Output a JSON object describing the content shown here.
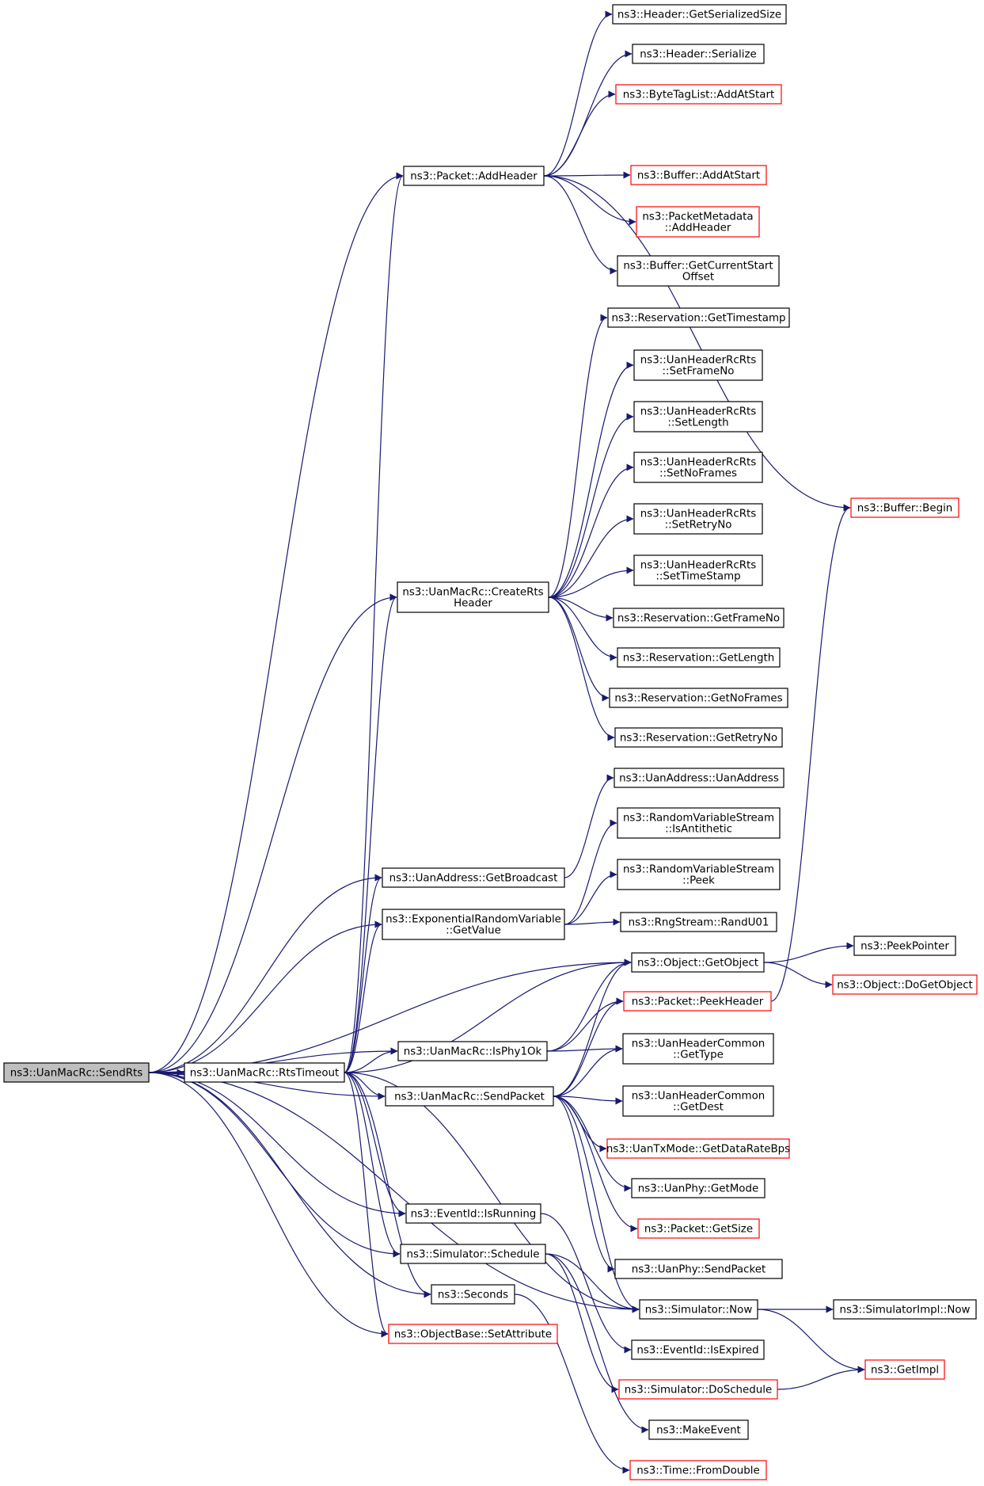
{
  "colors": {
    "edge": "#191970",
    "border_default": "#000000",
    "border_incomplete": "#ff0000",
    "root_fill": "#bfbfbf"
  },
  "nodes": [
    {
      "id": "sendrts",
      "lines": [
        "ns3::UanMacRc::SendRts"
      ],
      "style": "root"
    },
    {
      "id": "rtstimeout",
      "lines": [
        "ns3::UanMacRc::RtsTimeout"
      ],
      "style": "normal"
    },
    {
      "id": "addheader",
      "lines": [
        "ns3::Packet::AddHeader"
      ],
      "style": "normal"
    },
    {
      "id": "createrts",
      "lines": [
        "ns3::UanMacRc::CreateRts",
        "Header"
      ],
      "style": "normal"
    },
    {
      "id": "getbroadcast",
      "lines": [
        "ns3::UanAddress::GetBroadcast"
      ],
      "style": "normal"
    },
    {
      "id": "expgetvalue",
      "lines": [
        "ns3::ExponentialRandomVariable",
        "::GetValue"
      ],
      "style": "normal"
    },
    {
      "id": "isphy1ok",
      "lines": [
        "ns3::UanMacRc::IsPhy1Ok"
      ],
      "style": "normal"
    },
    {
      "id": "macsendpacket",
      "lines": [
        "ns3::UanMacRc::SendPacket"
      ],
      "style": "normal"
    },
    {
      "id": "isrunning",
      "lines": [
        "ns3::EventId::IsRunning"
      ],
      "style": "normal"
    },
    {
      "id": "schedule",
      "lines": [
        "ns3::Simulator::Schedule"
      ],
      "style": "normal"
    },
    {
      "id": "seconds",
      "lines": [
        "ns3::Seconds"
      ],
      "style": "normal"
    },
    {
      "id": "setattribute",
      "lines": [
        "ns3::ObjectBase::SetAttribute"
      ],
      "style": "red"
    },
    {
      "id": "getserializedsize",
      "lines": [
        "ns3::Header::GetSerializedSize"
      ],
      "style": "normal"
    },
    {
      "id": "serialize",
      "lines": [
        "ns3::Header::Serialize"
      ],
      "style": "normal"
    },
    {
      "id": "bytetagaddatstart",
      "lines": [
        "ns3::ByteTagList::AddAtStart"
      ],
      "style": "red"
    },
    {
      "id": "bufferaddatstart",
      "lines": [
        "ns3::Buffer::AddAtStart"
      ],
      "style": "red"
    },
    {
      "id": "metadataaddheader",
      "lines": [
        "ns3::PacketMetadata",
        "::AddHeader"
      ],
      "style": "red"
    },
    {
      "id": "getcurrentstart",
      "lines": [
        "ns3::Buffer::GetCurrentStart",
        "Offset"
      ],
      "style": "normal"
    },
    {
      "id": "getbegin",
      "lines": [
        "ns3::Buffer::Begin"
      ],
      "style": "red"
    },
    {
      "id": "gettimestamp",
      "lines": [
        "ns3::Reservation::GetTimestamp"
      ],
      "style": "normal"
    },
    {
      "id": "setframeno",
      "lines": [
        "ns3::UanHeaderRcRts",
        "::SetFrameNo"
      ],
      "style": "normal"
    },
    {
      "id": "setlength",
      "lines": [
        "ns3::UanHeaderRcRts",
        "::SetLength"
      ],
      "style": "normal"
    },
    {
      "id": "setnoframes",
      "lines": [
        "ns3::UanHeaderRcRts",
        "::SetNoFrames"
      ],
      "style": "normal"
    },
    {
      "id": "setretryno",
      "lines": [
        "ns3::UanHeaderRcRts",
        "::SetRetryNo"
      ],
      "style": "normal"
    },
    {
      "id": "settimestamp",
      "lines": [
        "ns3::UanHeaderRcRts",
        "::SetTimeStamp"
      ],
      "style": "normal"
    },
    {
      "id": "getframeno",
      "lines": [
        "ns3::Reservation::GetFrameNo"
      ],
      "style": "normal"
    },
    {
      "id": "getlength",
      "lines": [
        "ns3::Reservation::GetLength"
      ],
      "style": "normal"
    },
    {
      "id": "getnoframes",
      "lines": [
        "ns3::Reservation::GetNoFrames"
      ],
      "style": "normal"
    },
    {
      "id": "getretryno",
      "lines": [
        "ns3::Reservation::GetRetryNo"
      ],
      "style": "normal"
    },
    {
      "id": "uanaddress",
      "lines": [
        "ns3::UanAddress::UanAddress"
      ],
      "style": "normal"
    },
    {
      "id": "isantithetic",
      "lines": [
        "ns3::RandomVariableStream",
        "::IsAntithetic"
      ],
      "style": "normal"
    },
    {
      "id": "peek",
      "lines": [
        "ns3::RandomVariableStream",
        "::Peek"
      ],
      "style": "normal"
    },
    {
      "id": "randu01",
      "lines": [
        "ns3::RngStream::RandU01"
      ],
      "style": "normal"
    },
    {
      "id": "getobject",
      "lines": [
        "ns3::Object::GetObject"
      ],
      "style": "normal"
    },
    {
      "id": "peekheader",
      "lines": [
        "ns3::Packet::PeekHeader"
      ],
      "style": "red"
    },
    {
      "id": "commongettype",
      "lines": [
        "ns3::UanHeaderCommon",
        "::GetType"
      ],
      "style": "normal"
    },
    {
      "id": "commongetdest",
      "lines": [
        "ns3::UanHeaderCommon",
        "::GetDest"
      ],
      "style": "normal"
    },
    {
      "id": "getdataratebps",
      "lines": [
        "ns3::UanTxMode::GetDataRateBps"
      ],
      "style": "red"
    },
    {
      "id": "getmode",
      "lines": [
        "ns3::UanPhy::GetMode"
      ],
      "style": "normal"
    },
    {
      "id": "packetgetsize",
      "lines": [
        "ns3::Packet::GetSize"
      ],
      "style": "red"
    },
    {
      "id": "physendpacket",
      "lines": [
        "ns3::UanPhy::SendPacket"
      ],
      "style": "normal"
    },
    {
      "id": "simnow",
      "lines": [
        "ns3::Simulator::Now"
      ],
      "style": "normal"
    },
    {
      "id": "isexpired",
      "lines": [
        "ns3::EventId::IsExpired"
      ],
      "style": "normal"
    },
    {
      "id": "doschedule",
      "lines": [
        "ns3::Simulator::DoSchedule"
      ],
      "style": "red"
    },
    {
      "id": "makeevent",
      "lines": [
        "ns3::MakeEvent"
      ],
      "style": "normal"
    },
    {
      "id": "fromdouble",
      "lines": [
        "ns3::Time::FromDouble"
      ],
      "style": "red"
    },
    {
      "id": "peekpointer",
      "lines": [
        "ns3::PeekPointer"
      ],
      "style": "normal"
    },
    {
      "id": "dogetobject",
      "lines": [
        "ns3::Object::DoGetObject"
      ],
      "style": "red"
    },
    {
      "id": "simimplnow",
      "lines": [
        "ns3::SimulatorImpl::Now"
      ],
      "style": "normal"
    },
    {
      "id": "getimpl",
      "lines": [
        "ns3::GetImpl"
      ],
      "style": "red"
    }
  ],
  "edges": [
    [
      "sendrts",
      "rtstimeout"
    ],
    [
      "sendrts",
      "addheader"
    ],
    [
      "sendrts",
      "createrts"
    ],
    [
      "sendrts",
      "getbroadcast"
    ],
    [
      "sendrts",
      "expgetvalue"
    ],
    [
      "sendrts",
      "getobject"
    ],
    [
      "sendrts",
      "isphy1ok"
    ],
    [
      "sendrts",
      "macsendpacket"
    ],
    [
      "sendrts",
      "simnow"
    ],
    [
      "sendrts",
      "isrunning"
    ],
    [
      "sendrts",
      "schedule"
    ],
    [
      "sendrts",
      "seconds"
    ],
    [
      "sendrts",
      "setattribute"
    ],
    [
      "rtstimeout",
      "addheader"
    ],
    [
      "rtstimeout",
      "createrts"
    ],
    [
      "rtstimeout",
      "getbroadcast"
    ],
    [
      "rtstimeout",
      "expgetvalue"
    ],
    [
      "rtstimeout",
      "getobject"
    ],
    [
      "rtstimeout",
      "isphy1ok"
    ],
    [
      "rtstimeout",
      "macsendpacket"
    ],
    [
      "rtstimeout",
      "simnow"
    ],
    [
      "rtstimeout",
      "isrunning"
    ],
    [
      "rtstimeout",
      "schedule"
    ],
    [
      "rtstimeout",
      "seconds"
    ],
    [
      "rtstimeout",
      "setattribute"
    ],
    [
      "addheader",
      "getserializedsize"
    ],
    [
      "addheader",
      "serialize"
    ],
    [
      "addheader",
      "bytetagaddatstart"
    ],
    [
      "addheader",
      "getbegin"
    ],
    [
      "addheader",
      "bufferaddatstart"
    ],
    [
      "addheader",
      "metadataaddheader"
    ],
    [
      "addheader",
      "getcurrentstart"
    ],
    [
      "createrts",
      "gettimestamp"
    ],
    [
      "createrts",
      "setframeno"
    ],
    [
      "createrts",
      "setlength"
    ],
    [
      "createrts",
      "setnoframes"
    ],
    [
      "createrts",
      "setretryno"
    ],
    [
      "createrts",
      "settimestamp"
    ],
    [
      "createrts",
      "getframeno"
    ],
    [
      "createrts",
      "getlength"
    ],
    [
      "createrts",
      "getnoframes"
    ],
    [
      "createrts",
      "getretryno"
    ],
    [
      "getbroadcast",
      "uanaddress"
    ],
    [
      "expgetvalue",
      "isantithetic"
    ],
    [
      "expgetvalue",
      "peek"
    ],
    [
      "expgetvalue",
      "randu01"
    ],
    [
      "isphy1ok",
      "getobject"
    ],
    [
      "isphy1ok",
      "peekheader"
    ],
    [
      "isphy1ok",
      "commongettype"
    ],
    [
      "macsendpacket",
      "getobject"
    ],
    [
      "macsendpacket",
      "peekheader"
    ],
    [
      "macsendpacket",
      "commongettype"
    ],
    [
      "macsendpacket",
      "commongetdest"
    ],
    [
      "macsendpacket",
      "getdataratebps"
    ],
    [
      "macsendpacket",
      "getmode"
    ],
    [
      "macsendpacket",
      "packetgetsize"
    ],
    [
      "macsendpacket",
      "physendpacket"
    ],
    [
      "macsendpacket",
      "simnow"
    ],
    [
      "isrunning",
      "isexpired"
    ],
    [
      "schedule",
      "doschedule"
    ],
    [
      "schedule",
      "makeevent"
    ],
    [
      "schedule",
      "simnow"
    ],
    [
      "seconds",
      "fromdouble"
    ],
    [
      "getobject",
      "peekpointer"
    ],
    [
      "getobject",
      "dogetobject"
    ],
    [
      "peekheader",
      "getbegin"
    ],
    [
      "simnow",
      "simimplnow"
    ],
    [
      "simnow",
      "getimpl"
    ],
    [
      "doschedule",
      "getimpl"
    ]
  ]
}
